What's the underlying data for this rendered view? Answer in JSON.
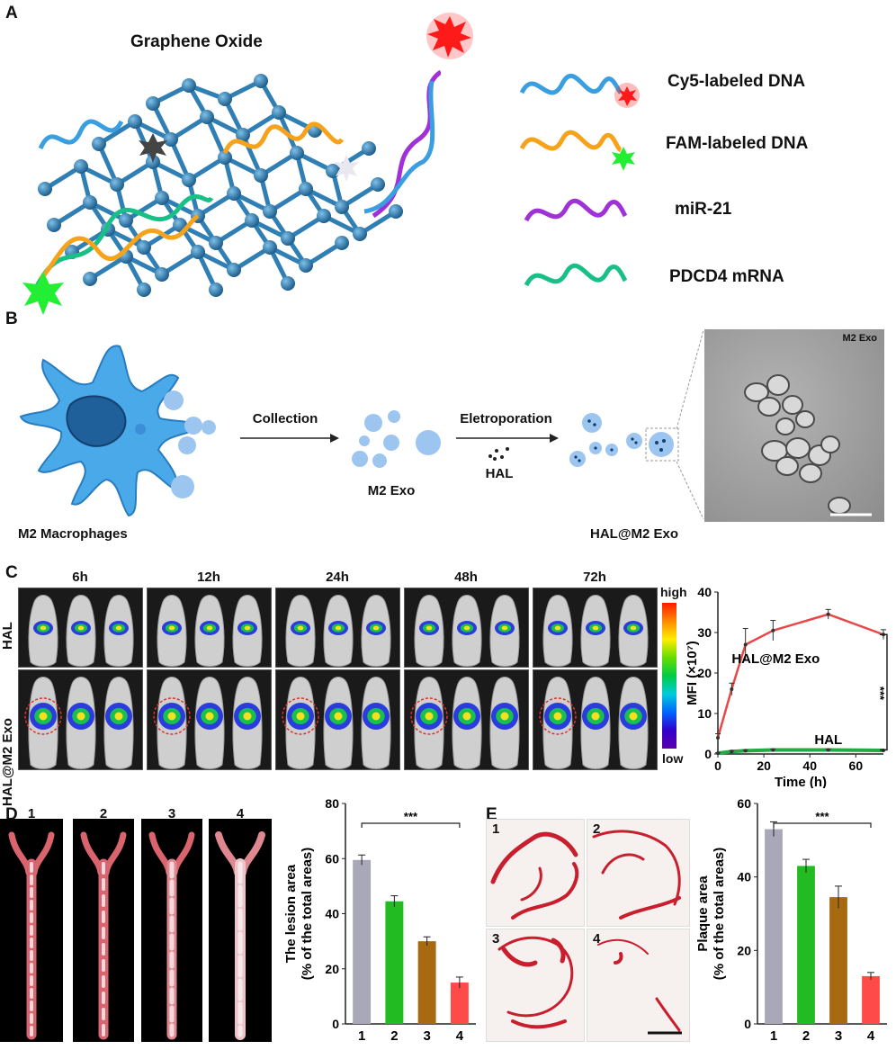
{
  "panels": {
    "a": {
      "letter": "A",
      "title": "Graphene Oxide",
      "legend": [
        {
          "label": "Cy5-labeled DNA",
          "strand_color": "#3a9fe0",
          "dot_color": "#ff2020"
        },
        {
          "label": "FAM-labeled DNA",
          "strand_color": "#f6a21a",
          "dot_color": "#22dd33"
        },
        {
          "label": "miR-21",
          "strand_color": "#a030d8"
        },
        {
          "label": "PDCD4 mRNA",
          "strand_color": "#18c088"
        }
      ]
    },
    "b": {
      "letter": "B",
      "cell_label": "M2 Macrophages",
      "step1": "Collection",
      "exo_label": "M2 Exo",
      "step2": "Eletroporation",
      "drug_label": "HAL",
      "product_label": "HAL@M2 Exo",
      "tem_label": "M2 Exo"
    },
    "c": {
      "letter": "C",
      "timepoints": [
        "6h",
        "12h",
        "24h",
        "48h",
        "72h"
      ],
      "row_labels": [
        "HAL",
        "HAL@M2 Exo"
      ],
      "scale_high": "high",
      "scale_low": "low"
    },
    "d": {
      "letter": "D",
      "sample_numbers": [
        "1",
        "2",
        "3",
        "4"
      ]
    },
    "e": {
      "letter": "E",
      "sample_numbers": [
        "1",
        "2",
        "3",
        "4"
      ]
    }
  },
  "chart_data": [
    {
      "id": "mfi",
      "type": "line",
      "xlabel": "Time (h)",
      "ylabel": "MFI (×10⁷)",
      "xlim": [
        0,
        72
      ],
      "ylim": [
        0,
        40
      ],
      "xticks": [
        0,
        20,
        40,
        60
      ],
      "yticks": [
        0,
        10,
        20,
        30,
        40
      ],
      "series": [
        {
          "name": "HAL@M2 Exo",
          "color": "#e84848",
          "x": [
            0,
            6,
            12,
            24,
            48,
            72
          ],
          "y": [
            4,
            16,
            27,
            30.5,
            34.5,
            29.5
          ],
          "err": [
            1,
            1.5,
            4,
            2.5,
            1.2,
            1.2
          ]
        },
        {
          "name": "HAL",
          "color": "#22aa44",
          "x": [
            0,
            6,
            12,
            24,
            48,
            72
          ],
          "y": [
            0.2,
            0.6,
            0.8,
            1.0,
            1.0,
            0.9
          ],
          "err": [
            0.1,
            0.2,
            0.2,
            0.2,
            0.2,
            0.2
          ]
        }
      ],
      "significance": "***"
    },
    {
      "id": "lesion",
      "type": "bar",
      "ylabel": [
        "The lesion area",
        "(% of the total areas)"
      ],
      "categories": [
        "1",
        "2",
        "3",
        "4"
      ],
      "values": [
        59.5,
        44.5,
        30,
        15
      ],
      "errors": [
        1.8,
        2,
        1.6,
        2
      ],
      "colors": [
        "#a8a8b8",
        "#22bb22",
        "#a86a10",
        "#ff4a4a"
      ],
      "ylim": [
        0,
        80
      ],
      "yticks": [
        0,
        20,
        40,
        60,
        80
      ],
      "significance": "***"
    },
    {
      "id": "plaque",
      "type": "bar",
      "ylabel": [
        "Plaque area",
        "(% of the total areas)"
      ],
      "categories": [
        "1",
        "2",
        "3",
        "4"
      ],
      "values": [
        53,
        43,
        34.5,
        13
      ],
      "errors": [
        2,
        1.8,
        3,
        1
      ],
      "colors": [
        "#a8a8b8",
        "#22bb22",
        "#a86a10",
        "#ff4a4a"
      ],
      "ylim": [
        0,
        60
      ],
      "yticks": [
        0,
        20,
        40,
        60
      ],
      "significance": "***"
    }
  ]
}
